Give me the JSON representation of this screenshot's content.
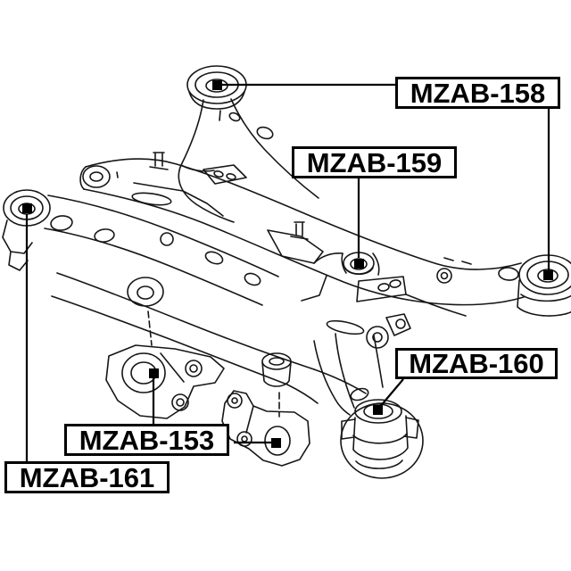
{
  "diagram_labels": {
    "mzab_158": "MZAB-158",
    "mzab_159": "MZAB-159",
    "mzab_160": "MZAB-160",
    "mzab_153": "MZAB-153",
    "mzab_161": "MZAB-161"
  },
  "icons": {
    "attachment_marker": "■"
  },
  "colors": {
    "line": "#161616",
    "label_border": "#000000",
    "label_text": "#000000",
    "background": "#ffffff"
  }
}
